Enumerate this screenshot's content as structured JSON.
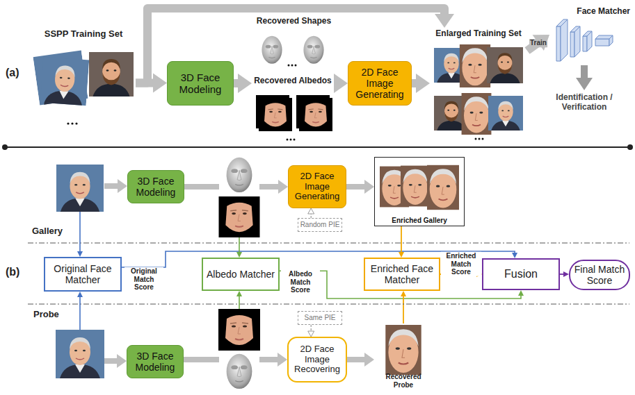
{
  "diagram": {
    "nodes": [
      {
        "text": [
          "SSPP Training Set"
        ]
      },
      {
        "text": [
          "3D Face Modeling"
        ]
      },
      {
        "text": [
          "Recovered Shapes"
        ]
      },
      {
        "text": [
          "Recovered Albedos"
        ]
      },
      {
        "text": [
          "2D Face Image Generating"
        ]
      },
      {
        "text": [
          "Enlarged Training Set"
        ]
      },
      {
        "text": [
          "Face Matcher"
        ]
      },
      {
        "text": [
          "3D Face Modeling"
        ]
      },
      {
        "text": [
          "2D Face Image Generating"
        ]
      },
      {
        "text": [
          "Random PIE"
        ]
      },
      {
        "text": [
          "Enriched Gallery"
        ]
      },
      {
        "text": [
          "Original Face Matcher"
        ]
      },
      {
        "text": [
          "Albedo Matcher"
        ]
      },
      {
        "text": [
          "Enriched Face Matcher"
        ]
      },
      {
        "text": [
          "Fusion"
        ]
      },
      {
        "text": [
          "Final Match Score"
        ]
      },
      {
        "text": [
          "3D Face Modeling"
        ]
      },
      {
        "text": [
          "Same PIE"
        ]
      },
      {
        "text": [
          "2D Face Image Recovering"
        ]
      },
      {
        "text": [
          "Recovered Probe"
        ]
      }
    ],
    "edges": [
      {
        "from": 0,
        "to": 1,
        "arrow": "to"
      },
      {
        "from": 0,
        "to": 5,
        "arrow": "to"
      },
      {
        "from": 1,
        "to": 3,
        "arrow": "to"
      },
      {
        "from": 3,
        "to": 4,
        "arrow": "to"
      },
      {
        "from": 4,
        "to": 5,
        "arrow": "to"
      },
      {
        "from": 5,
        "to": 6,
        "label": "Train",
        "arrow": "to"
      },
      {
        "from": 7,
        "to": 8,
        "arrow": "to"
      },
      {
        "from": 9,
        "to": 8,
        "arrow": "to"
      },
      {
        "from": 8,
        "to": 10,
        "arrow": "to"
      },
      {
        "from": 11,
        "to": 14,
        "label": "Original Match Score",
        "arrow": "to"
      },
      {
        "from": 12,
        "to": 14,
        "label": "Albedo Match Score",
        "arrow": "to"
      },
      {
        "from": 10,
        "to": 13,
        "arrow": "to"
      },
      {
        "from": 13,
        "to": 14,
        "label": "Enriched Match Score",
        "arrow": "to"
      },
      {
        "from": 14,
        "to": 15,
        "arrow": "to"
      },
      {
        "from": 16,
        "to": 18,
        "arrow": "to"
      },
      {
        "from": 17,
        "to": 18,
        "arrow": "to"
      },
      {
        "from": 18,
        "to": 19,
        "arrow": "to"
      },
      {
        "from": 19,
        "to": 13,
        "arrow": "to"
      }
    ],
    "labels": [
      "(a)",
      "Identification / Verification",
      "Gallery",
      "(b)",
      "Probe"
    ]
  }
}
